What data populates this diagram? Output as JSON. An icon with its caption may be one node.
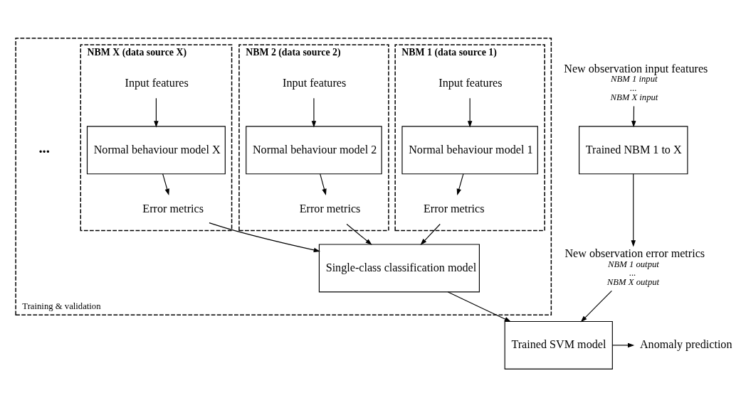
{
  "diagram": {
    "nodes": [
      {
        "text": [
          "Training & validation"
        ]
      },
      {
        "text": [
          "NBM 1 (data source 1)"
        ],
        "in": 0
      },
      {
        "text": [
          "Input features"
        ],
        "in": 1
      },
      {
        "text": [
          "Normal behaviour model 1"
        ],
        "in": 1
      },
      {
        "text": [
          "Error metrics"
        ],
        "in": 1
      },
      {
        "text": [
          "NBM 2 (data source 2)"
        ],
        "in": 0
      },
      {
        "text": [
          "Input features"
        ],
        "in": 5
      },
      {
        "text": [
          "Normal behaviour model 2"
        ],
        "in": 5
      },
      {
        "text": [
          "Error metrics"
        ],
        "in": 5
      },
      {
        "text": [
          "NBM X (data source X)"
        ],
        "in": 0
      },
      {
        "text": [
          "Input features"
        ],
        "in": 9
      },
      {
        "text": [
          "Normal behaviour model X"
        ],
        "in": 9
      },
      {
        "text": [
          "Error metrics"
        ],
        "in": 9
      },
      {
        "text": [
          "Single-class classification model"
        ],
        "in": 0
      },
      {
        "text": [
          "New observation input features",
          "NBM 1 input",
          "...",
          "NBM X input"
        ]
      },
      {
        "text": [
          "Trained NBM 1 to X"
        ]
      },
      {
        "text": [
          "New observation error metrics",
          "NBM 1 output",
          "...",
          "NBM X output"
        ]
      },
      {
        "text": [
          "Trained SVM model"
        ]
      },
      {
        "text": [
          "Anomaly prediction"
        ]
      }
    ],
    "edges": [
      {
        "from": 2,
        "to": 3,
        "arrow": "to"
      },
      {
        "from": 3,
        "to": 4,
        "arrow": "to"
      },
      {
        "from": 6,
        "to": 7,
        "arrow": "to"
      },
      {
        "from": 7,
        "to": 8,
        "arrow": "to"
      },
      {
        "from": 10,
        "to": 11,
        "arrow": "to"
      },
      {
        "from": 11,
        "to": 12,
        "arrow": "to"
      },
      {
        "from": 4,
        "to": 13,
        "arrow": "to"
      },
      {
        "from": 8,
        "to": 13,
        "arrow": "to"
      },
      {
        "from": 12,
        "to": 13,
        "arrow": "to"
      },
      {
        "from": 13,
        "to": 17,
        "arrow": "to"
      },
      {
        "from": 14,
        "to": 15,
        "arrow": "to"
      },
      {
        "from": 15,
        "to": 16,
        "arrow": "to"
      },
      {
        "from": 16,
        "to": 17,
        "arrow": "to"
      },
      {
        "from": 17,
        "to": 18,
        "arrow": "to"
      }
    ],
    "labels": [
      "..."
    ]
  }
}
